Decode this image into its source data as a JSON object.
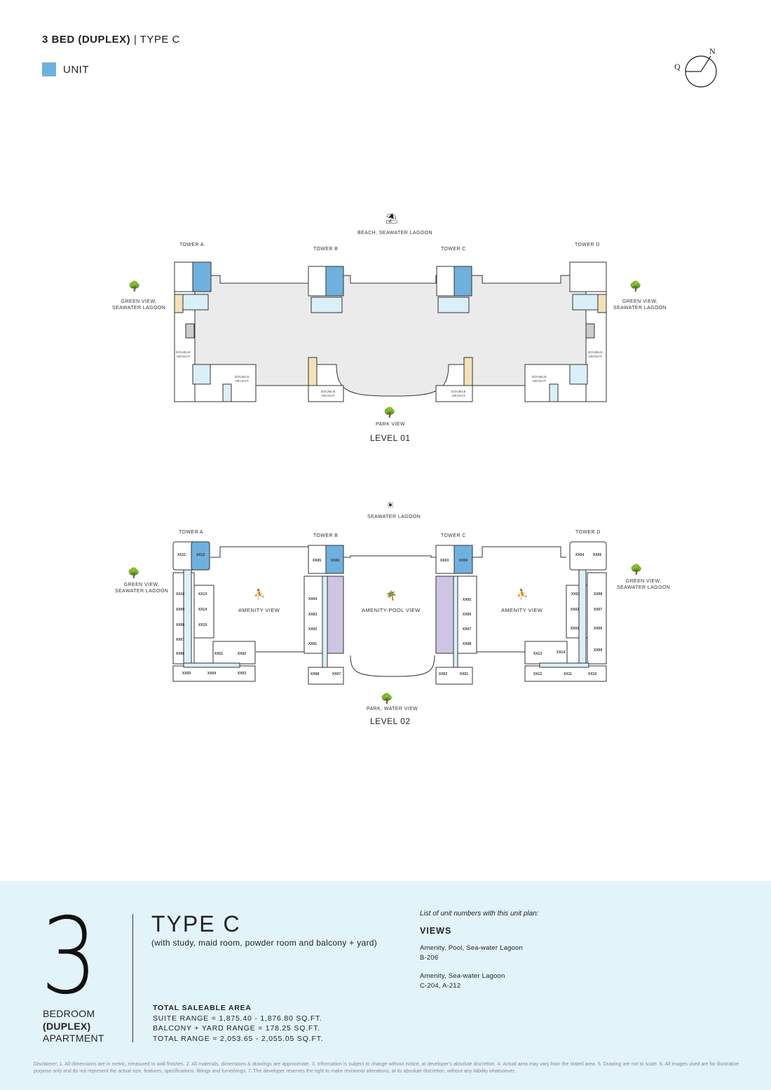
{
  "header": {
    "title_bold": "3 BED (DUPLEX)",
    "separator": "|",
    "title_type": "TYPE C",
    "legend_label": "UNIT",
    "compass_n": "N",
    "compass_q": "Q"
  },
  "colors": {
    "unit": "#6fb1de",
    "podium": "#ebebeb",
    "corridor": "#daf0f8",
    "lilac": "#cdc5e3",
    "tan": "#f3e2b8",
    "panel": "#e3f3fa"
  },
  "level01": {
    "title": "LEVEL 01",
    "top_view": "BEACH, SEAWATER LAGOON",
    "bottom_view": "PARK VIEW",
    "left_view": [
      "GREEN VIEW,",
      "SEAWATER LAGOON"
    ],
    "right_view": [
      "GREEN VIEW,",
      "SEAWATER LAGOON"
    ],
    "towers": [
      "TOWER A",
      "TOWER B",
      "TOWER C",
      "TOWER D"
    ],
    "double_height": [
      "DOUBLE",
      "HEIGHT"
    ]
  },
  "level02": {
    "title": "LEVEL 02",
    "top_view": "SEAWATER LAGOON",
    "bottom_view": "PARK, WATER VIEW",
    "left_view": [
      "GREEN VIEW,",
      "SEAWATER LAGOON"
    ],
    "right_view": [
      "GREEN VIEW,",
      "SEAWATER LAGOON"
    ],
    "towers": [
      "TOWER A",
      "TOWER B",
      "TOWER C",
      "TOWER D"
    ],
    "amenity_a": "AMENITY VIEW",
    "amenity_pool": "AMENITY-POOL VIEW",
    "amenity_d": "AMENITY VIEW",
    "units_a": [
      "XX11",
      "XX12",
      "XX10",
      "XX13",
      "XX09",
      "XX14",
      "XX08",
      "XX15",
      "XX07",
      "XX06",
      "XX01",
      "XX02",
      "XX05",
      "XX04",
      "XX03"
    ],
    "units_b": [
      "XX05",
      "XX06",
      "XX04",
      "XX03",
      "XX02",
      "XX01",
      "XX08",
      "XX07"
    ],
    "units_c": [
      "XX03",
      "XX04",
      "XX05",
      "XX06",
      "XX07",
      "XX08",
      "XX02",
      "XX01"
    ],
    "units_d": [
      "XX04",
      "XX05",
      "XX03",
      "XX08",
      "XX02",
      "XX07",
      "XX01",
      "XX06",
      "XX09",
      "XX13",
      "XX14",
      "XX12",
      "XX11",
      "XX10"
    ]
  },
  "summary": {
    "bed_number": "3",
    "bed_lines": [
      "BEDROOM",
      "(DUPLEX)",
      "APARTMENT"
    ],
    "type": "TYPE C",
    "subtitle": "(with study, maid room, powder room and balcony + yard)",
    "area_title": "TOTAL SALEABLE AREA",
    "suite": "SUITE RANGE = 1,875.40 - 1,876.80 SQ.FT.",
    "balcony": "BALCONY + YARD RANGE = 178.25 SQ.FT.",
    "total": "TOTAL RANGE = 2,053.65 - 2,055.05 SQ.FT.",
    "list_heading": "List of unit numbers with this unit plan:",
    "views_heading": "VIEWS",
    "view_groups": [
      {
        "view": "Amenity, Pool, Sea-water Lagoon",
        "units": "B-206"
      },
      {
        "view": "Amenity, Sea-water Lagoon",
        "units": "C-204, A-212"
      }
    ]
  },
  "disclaimer": "Disclaimer: 1. All dimensions are in metric, measured to wall finishes. 2. All materials, dimensions & drawings are approximate. 3. Information is subject to change without notice, at developer's absolute discretion. 4. Actual area may vary from the stated area. 5. Drawing are not to scale. 6. All images used are for illustrative purpose only and do not represent the actual size, features, specifications, fittings and furnishings. 7. The developer reserves the right to make revisions/ alterations, at its absolute discretion, without any liability whatsoever."
}
